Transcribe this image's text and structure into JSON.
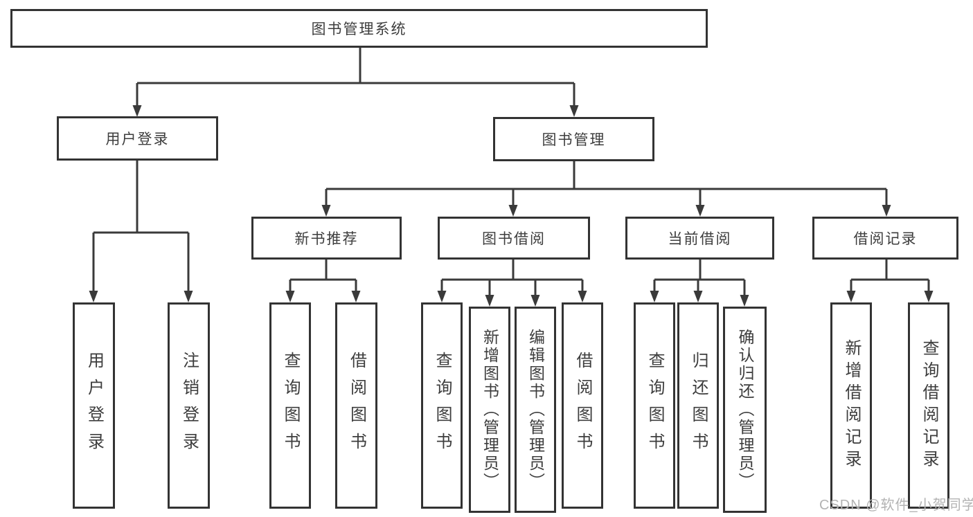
{
  "nodes": {
    "root": {
      "label": "图书管理系统"
    },
    "level2": [
      {
        "label": "用户登录"
      },
      {
        "label": "图书管理"
      }
    ],
    "level3": [
      {
        "label": "新书推荐"
      },
      {
        "label": "图书借阅"
      },
      {
        "label": "当前借阅"
      },
      {
        "label": "借阅记录"
      }
    ],
    "leaves": [
      {
        "label": "用户登录"
      },
      {
        "label": "注销登录"
      },
      {
        "label": "查询图书"
      },
      {
        "label": "借阅图书"
      },
      {
        "label": "查询图书"
      },
      {
        "label": "新增图书（管理员）"
      },
      {
        "label": "编辑图书（管理员）"
      },
      {
        "label": "借阅图书"
      },
      {
        "label": "查询图书"
      },
      {
        "label": "归还图书"
      },
      {
        "label": "确认归还（管理员）"
      },
      {
        "label": "新增借阅记录"
      },
      {
        "label": "查询借阅记录"
      }
    ]
  },
  "hierarchy": {
    "图书管理系统": {
      "用户登录": [
        "用户登录",
        "注销登录"
      ],
      "图书管理": {
        "新书推荐": [
          "查询图书",
          "借阅图书"
        ],
        "图书借阅": [
          "查询图书",
          "新增图书（管理员）",
          "编辑图书（管理员）",
          "借阅图书"
        ],
        "当前借阅": [
          "查询图书",
          "归还图书",
          "确认归还（管理员）"
        ],
        "借阅记录": [
          "新增借阅记录",
          "查询借阅记录"
        ]
      }
    }
  },
  "watermark": "CSDN @软件_小贺同学",
  "colors": {
    "line": "#3a3a3a",
    "border": "#333333",
    "text": "#3d3d3d",
    "background": "#ffffff",
    "watermark": "#b3b3b3"
  }
}
